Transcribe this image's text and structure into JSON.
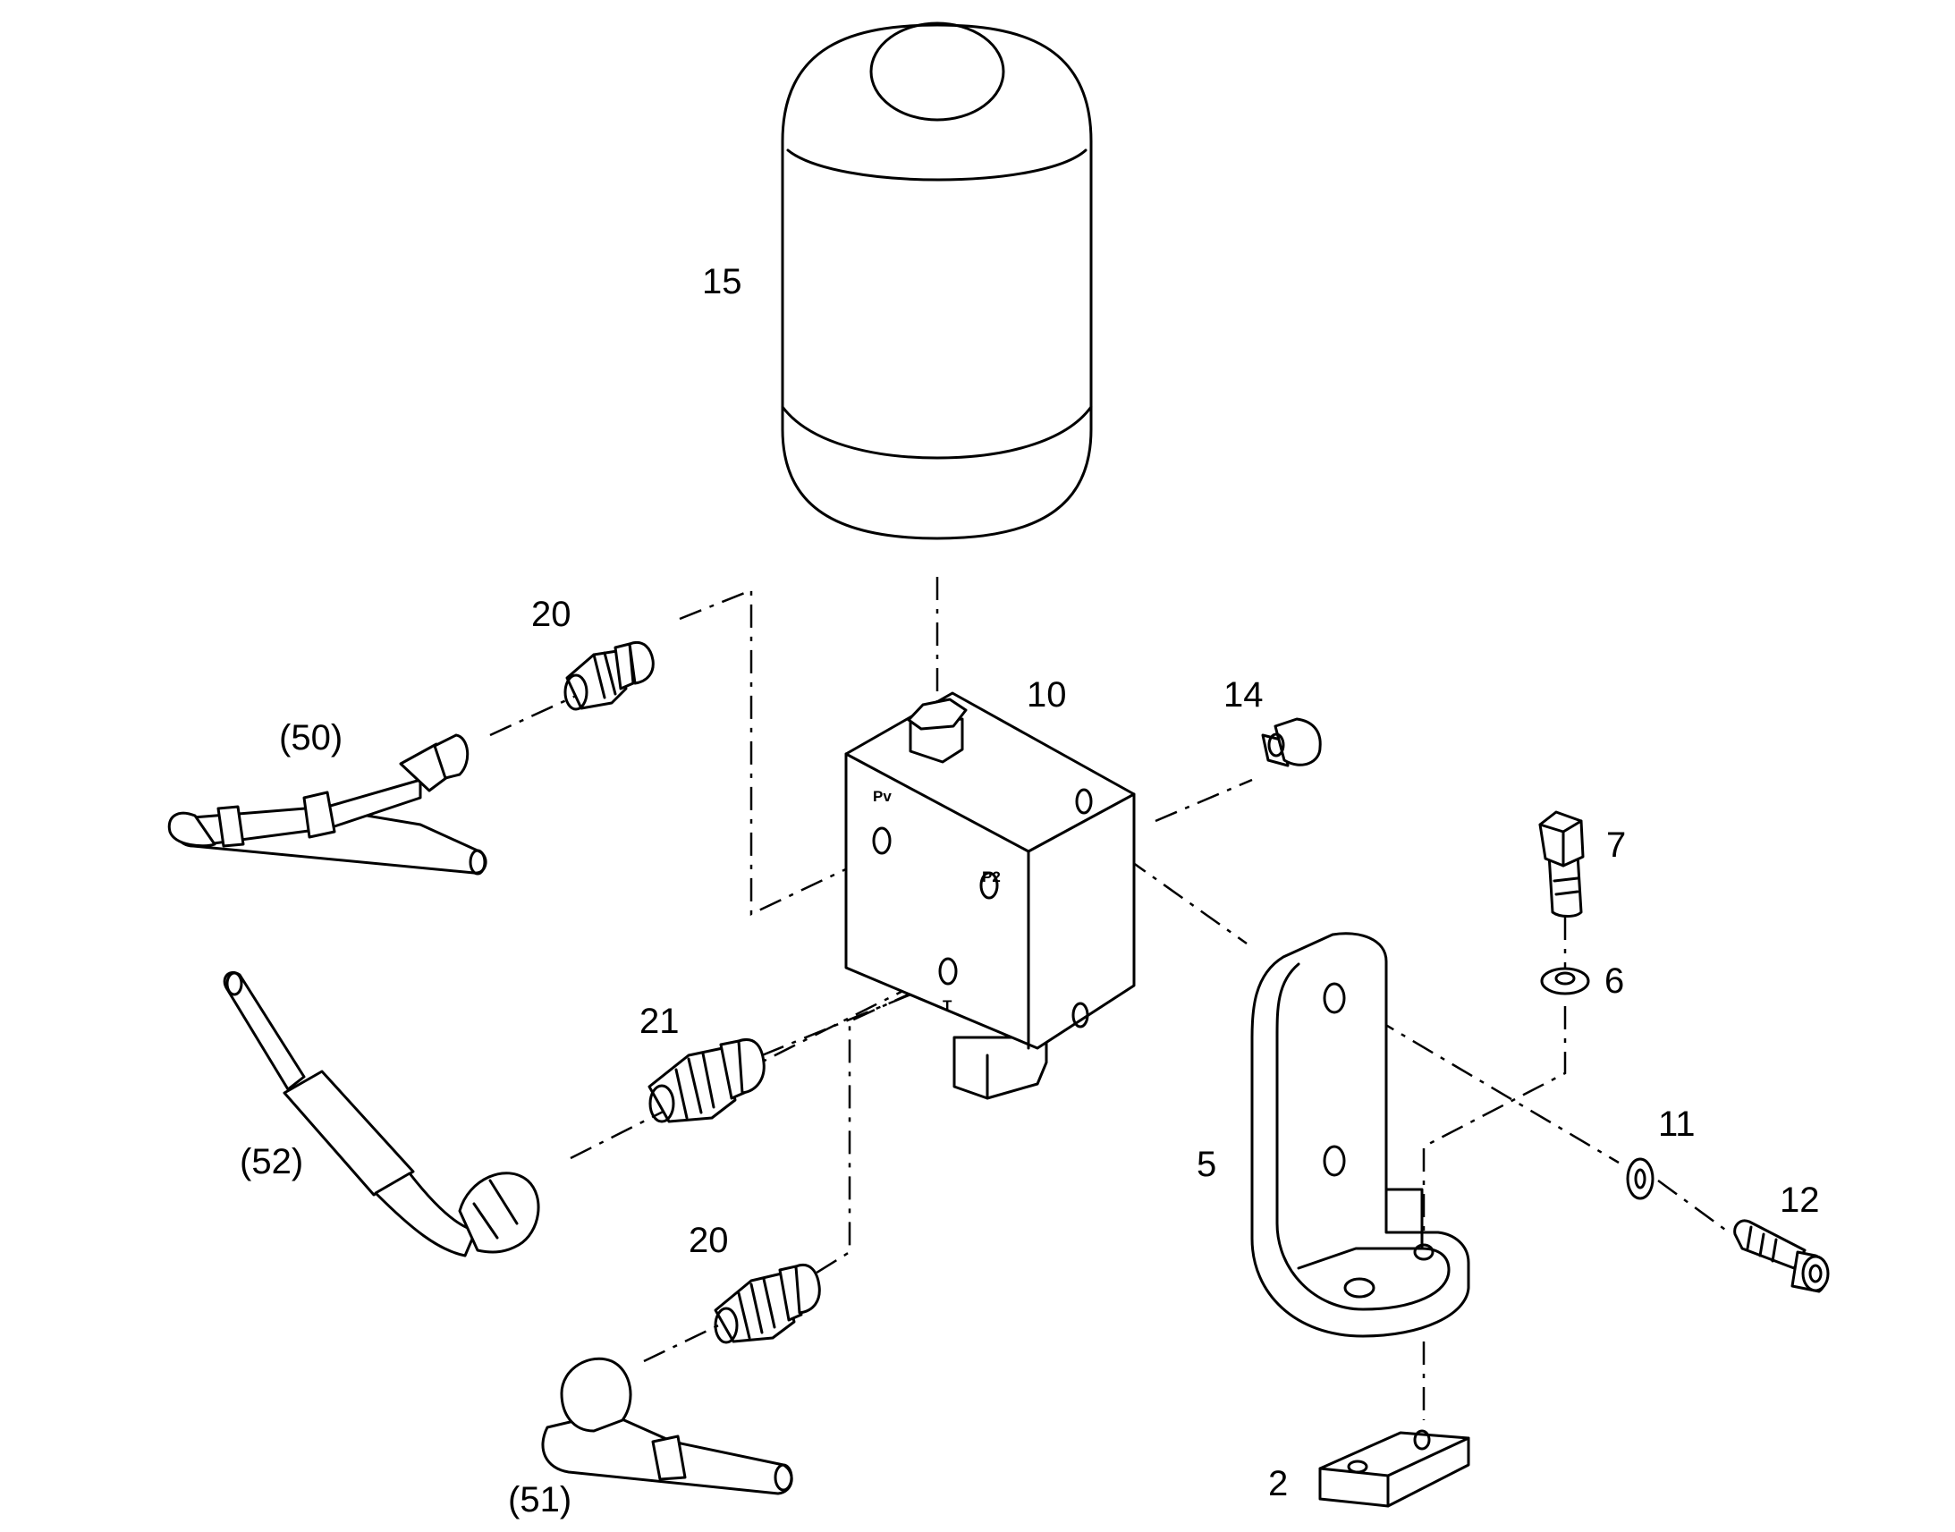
{
  "callouts": {
    "c15": "15",
    "c10": "10",
    "c14": "14",
    "c20a": "20",
    "c50": "(50)",
    "c7": "7",
    "c6": "6",
    "c21": "21",
    "c52": "(52)",
    "c5": "5",
    "c11": "11",
    "c12": "12",
    "c20b": "20",
    "c51": "(51)",
    "c2": "2"
  },
  "ports": {
    "pv": "Pv",
    "p2": "P2",
    "t": "T"
  },
  "colors": {
    "line": "#000000",
    "background": "#ffffff"
  }
}
